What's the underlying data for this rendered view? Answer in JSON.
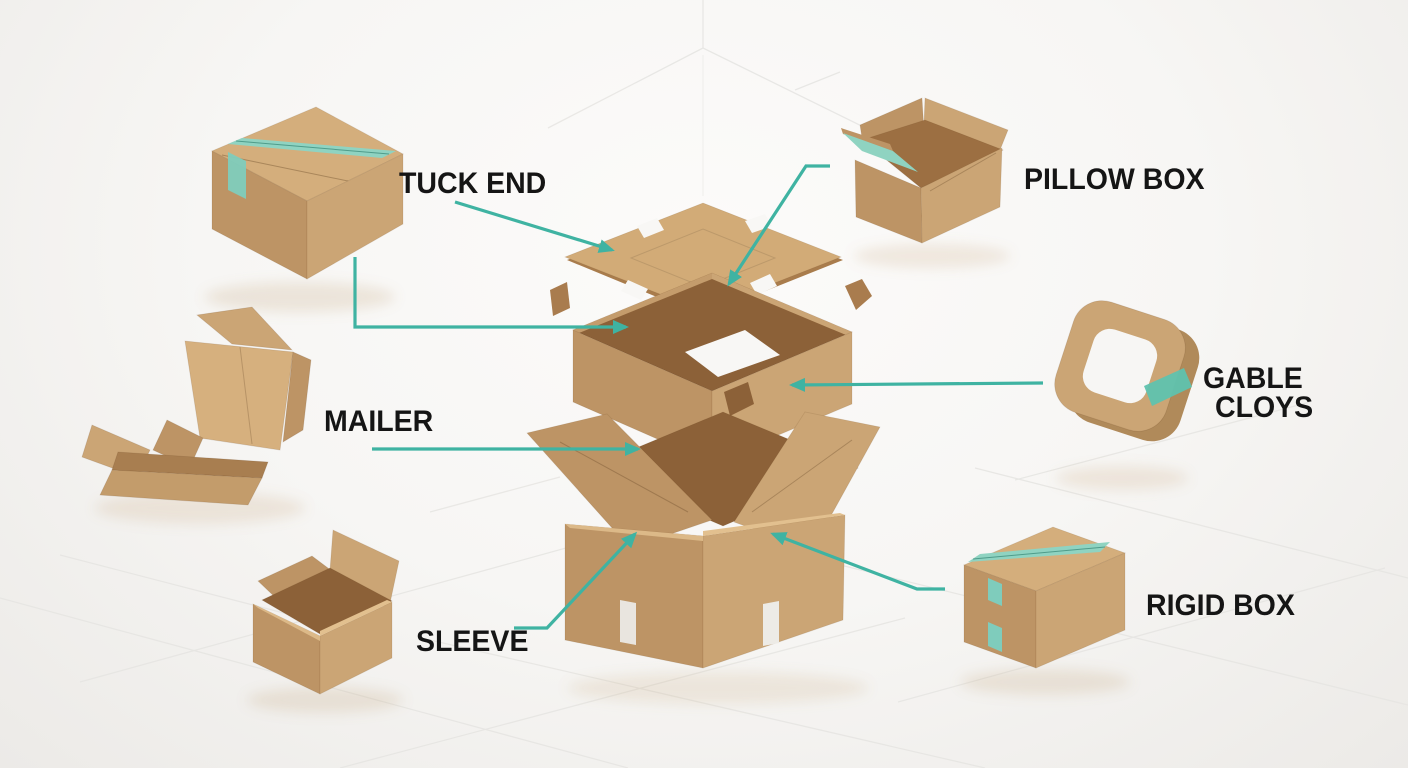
{
  "diagram": {
    "subject": "cardboard packaging box types",
    "accent_color": "#3fb3a2",
    "cardboard_color": "#c9a472",
    "tape_color": "#8fd3c1",
    "background_color": "#f6f5f3",
    "text_color": "#151515",
    "labels": {
      "tuck_end": "TUCK END",
      "pillow_box": "PILLOW BOX",
      "mailer": "MAILER",
      "gable_line1": "GABLE",
      "gable_line2": "CLOYS",
      "sleeve": "SLEEVE",
      "rigid_box": "RIGID BOX"
    }
  }
}
